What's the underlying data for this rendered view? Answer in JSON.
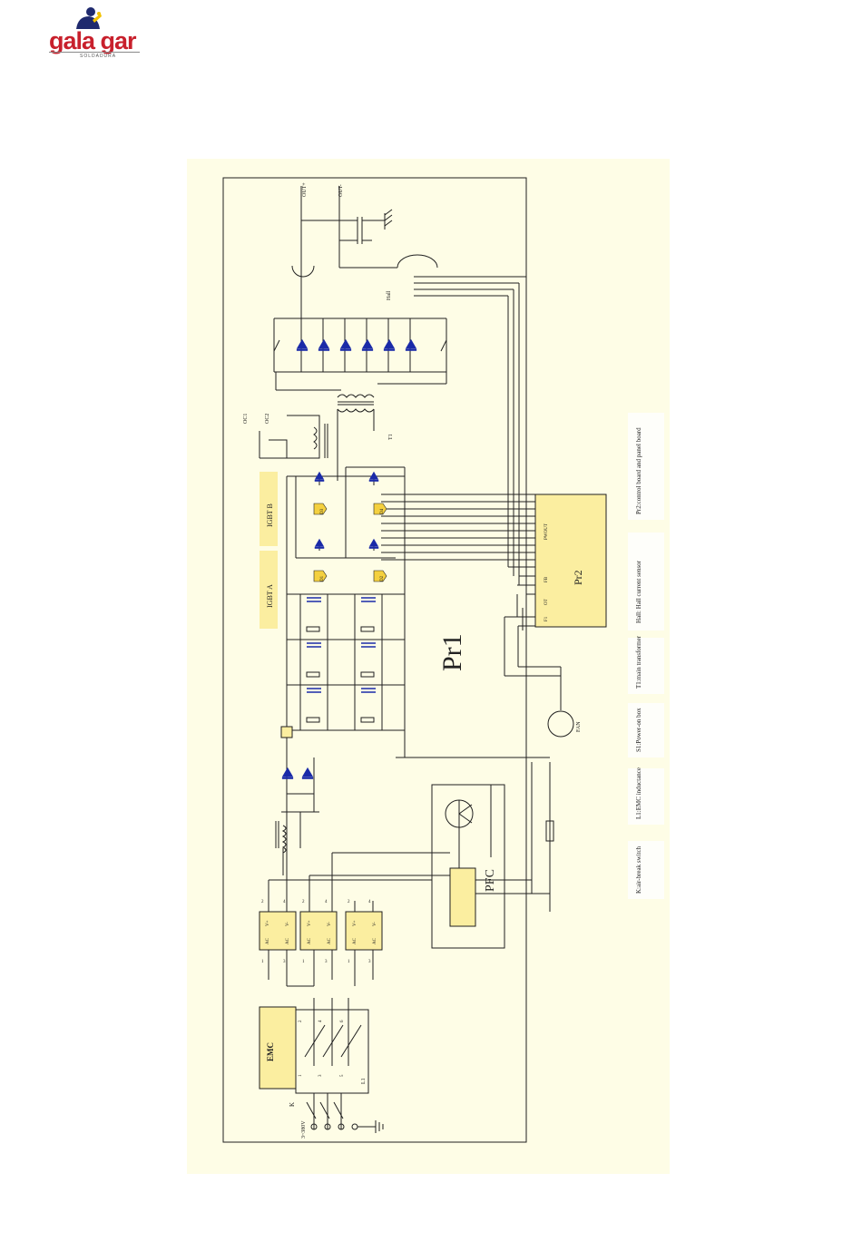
{
  "logo": {
    "brand": "gala gar",
    "tagline": "SOLDADURA"
  },
  "diagram": {
    "board_main": "Pr1",
    "board_control": "Pr2",
    "pfc": "PFC",
    "emc": "EMC",
    "igbt_a": "IGBT A",
    "igbt_b": "IGBT B",
    "input_voltage": "3~380V",
    "switch_k": "K",
    "inductor_l1": "L1",
    "fan": "FAN",
    "hall": "Hall",
    "out_plus": "OUT+",
    "out_minus": "OUT-",
    "oc1": "OC1",
    "oc2": "OC2",
    "t1": "T1",
    "d1": "D1",
    "d2": "D2",
    "d3": "D3",
    "d4": "D4",
    "pr2_pins": {
      "p1": "F1",
      "p2": "OT",
      "p3": "FB",
      "p4": "PWOUT"
    },
    "emc_pins": [
      "1",
      "2",
      "3",
      "4",
      "5",
      "6"
    ],
    "bridge_pins": {
      "ac": "AC",
      "vplus": "V+",
      "vminus": "V-",
      "n1": "1",
      "n2": "2",
      "n3": "3",
      "n4": "4"
    }
  },
  "legend": [
    {
      "label": "Pr2:control board and panel board"
    },
    {
      "label": "Hall: Hall current sensor"
    },
    {
      "label": "T1:main transformer"
    },
    {
      "label": "S1:Power-on box"
    },
    {
      "label": "L1:EMC inductance"
    },
    {
      "label": "K:air-break switch"
    }
  ],
  "colors": {
    "brand": "#c8202c",
    "panel": "#fefde6",
    "component": "#fbeea0",
    "diode": "#1a2aa8",
    "wire": "#202020"
  }
}
